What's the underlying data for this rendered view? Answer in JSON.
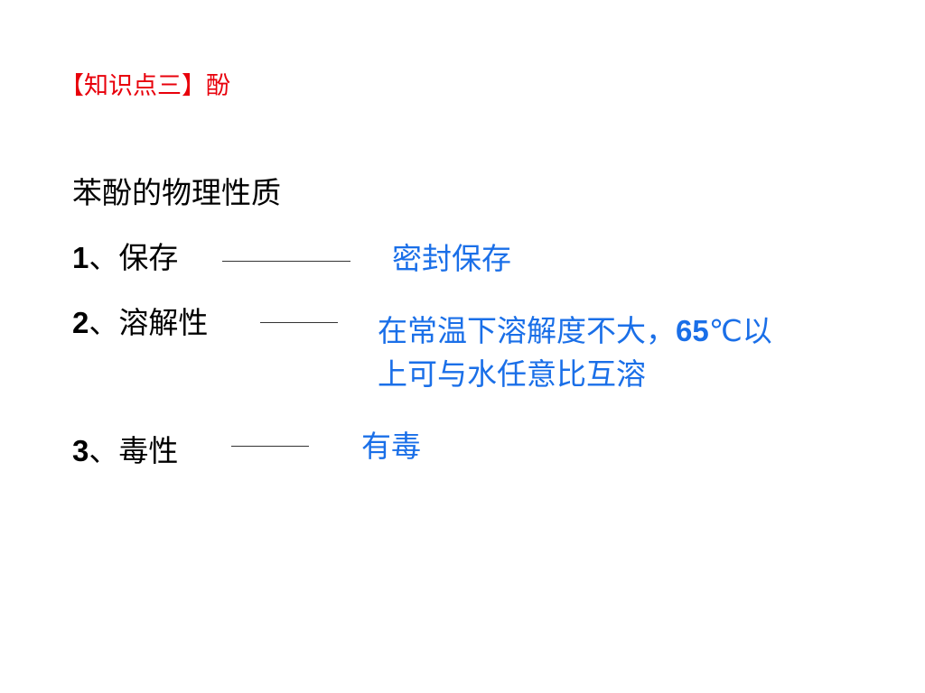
{
  "colors": {
    "title": "#e8000b",
    "answer": "#1a6fe8",
    "text": "#000000",
    "background": "#ffffff"
  },
  "section_title": "【知识点三】酚",
  "heading": "苯酚的物理性质",
  "items": [
    {
      "num": "1",
      "sep": "、",
      "label": "保存",
      "answer": "密封保存"
    },
    {
      "num": "2",
      "sep": "、",
      "label": "溶解性",
      "answer_line1_pre": "在常温下溶解度不大，",
      "answer_line1_num": "65",
      "answer_line1_post": "℃以",
      "answer_line2": "上可与水任意比互溶"
    },
    {
      "num": "3",
      "sep": "、",
      "label": "毒性",
      "answer": "有毒"
    }
  ]
}
